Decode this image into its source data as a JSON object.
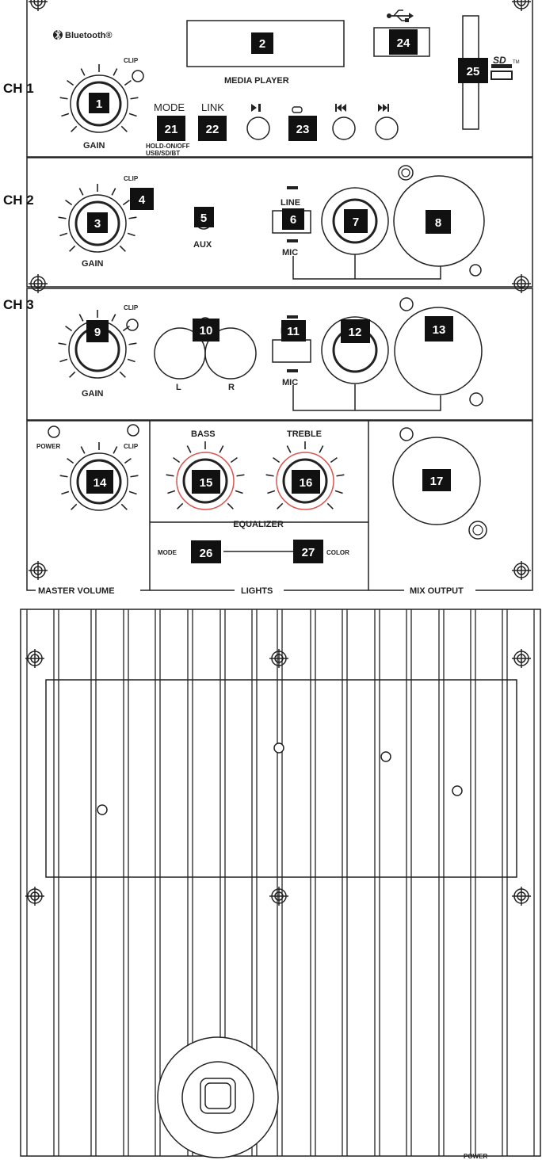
{
  "channels": {
    "ch1": "CH 1",
    "ch2": "CH 2",
    "ch3": "CH 3"
  },
  "labels": {
    "bluetooth": "Bluetooth®",
    "clip": "CLIP",
    "gain": "GAIN",
    "media_player": "MEDIA PLAYER",
    "mode": "MODE",
    "link": "LINK",
    "mode_sub1": "HOLD-ON/OFF",
    "mode_sub2": "USB/SD/BT",
    "aux": "AUX",
    "line": "LINE",
    "mic": "MIC",
    "left": "L",
    "right": "R",
    "power": "POWER",
    "bass": "BASS",
    "treble": "TREBLE",
    "equalizer": "EQUALIZER",
    "lights_mode": "MODE",
    "lights_color": "COLOR",
    "master_volume": "MASTER VOLUME",
    "lights": "LIGHTS",
    "mix_output": "MIX OUTPUT",
    "power_bottom": "POWER"
  },
  "transport_icons": [
    "play-pause-icon",
    "repeat-icon",
    "previous-track-icon",
    "next-track-icon"
  ],
  "callouts": {
    "c1": "1",
    "c2": "2",
    "c3": "3",
    "c4": "4",
    "c5": "5",
    "c6": "6",
    "c7": "7",
    "c8": "8",
    "c9": "9",
    "c10": "10",
    "c11": "11",
    "c12": "12",
    "c13": "13",
    "c14": "14",
    "c15": "15",
    "c16": "16",
    "c17": "17",
    "c21": "21",
    "c22": "22",
    "c23": "23",
    "c24": "24",
    "c25": "25",
    "c26": "26",
    "c27": "27"
  },
  "colors": {
    "line": "#222222",
    "callout_bg": "#111111",
    "eq_ring": "#d9534f"
  }
}
